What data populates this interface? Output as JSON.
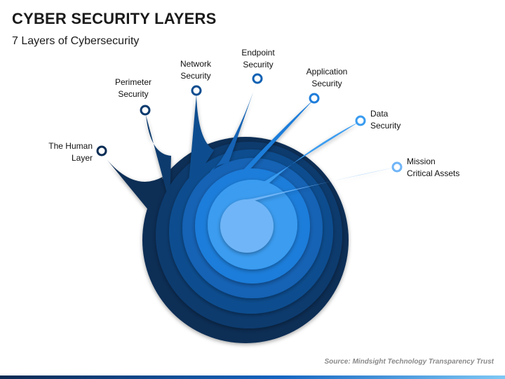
{
  "header": {
    "title": "CYBER SECURITY LAYERS",
    "subtitle": "7 Layers of Cybersecurity"
  },
  "layers": [
    {
      "line1": "The Human",
      "line2": "Layer",
      "color": "#0a2d55"
    },
    {
      "line1": "Perimeter",
      "line2": "Security",
      "color": "#0b3a6e"
    },
    {
      "line1": "Network",
      "line2": "Security",
      "color": "#0d4d8f"
    },
    {
      "line1": "Endpoint",
      "line2": "Security",
      "color": "#1262b4"
    },
    {
      "line1": "Application",
      "line2": "Security",
      "color": "#1f7dda"
    },
    {
      "line1": "Data",
      "line2": "Security",
      "color": "#3a9cf0"
    },
    {
      "line1": "Mission",
      "line2": "Critical Assets",
      "color": "#6fb5f7"
    }
  ],
  "footer": {
    "source": "Source: Mindsight Technology Transparency Trust"
  }
}
